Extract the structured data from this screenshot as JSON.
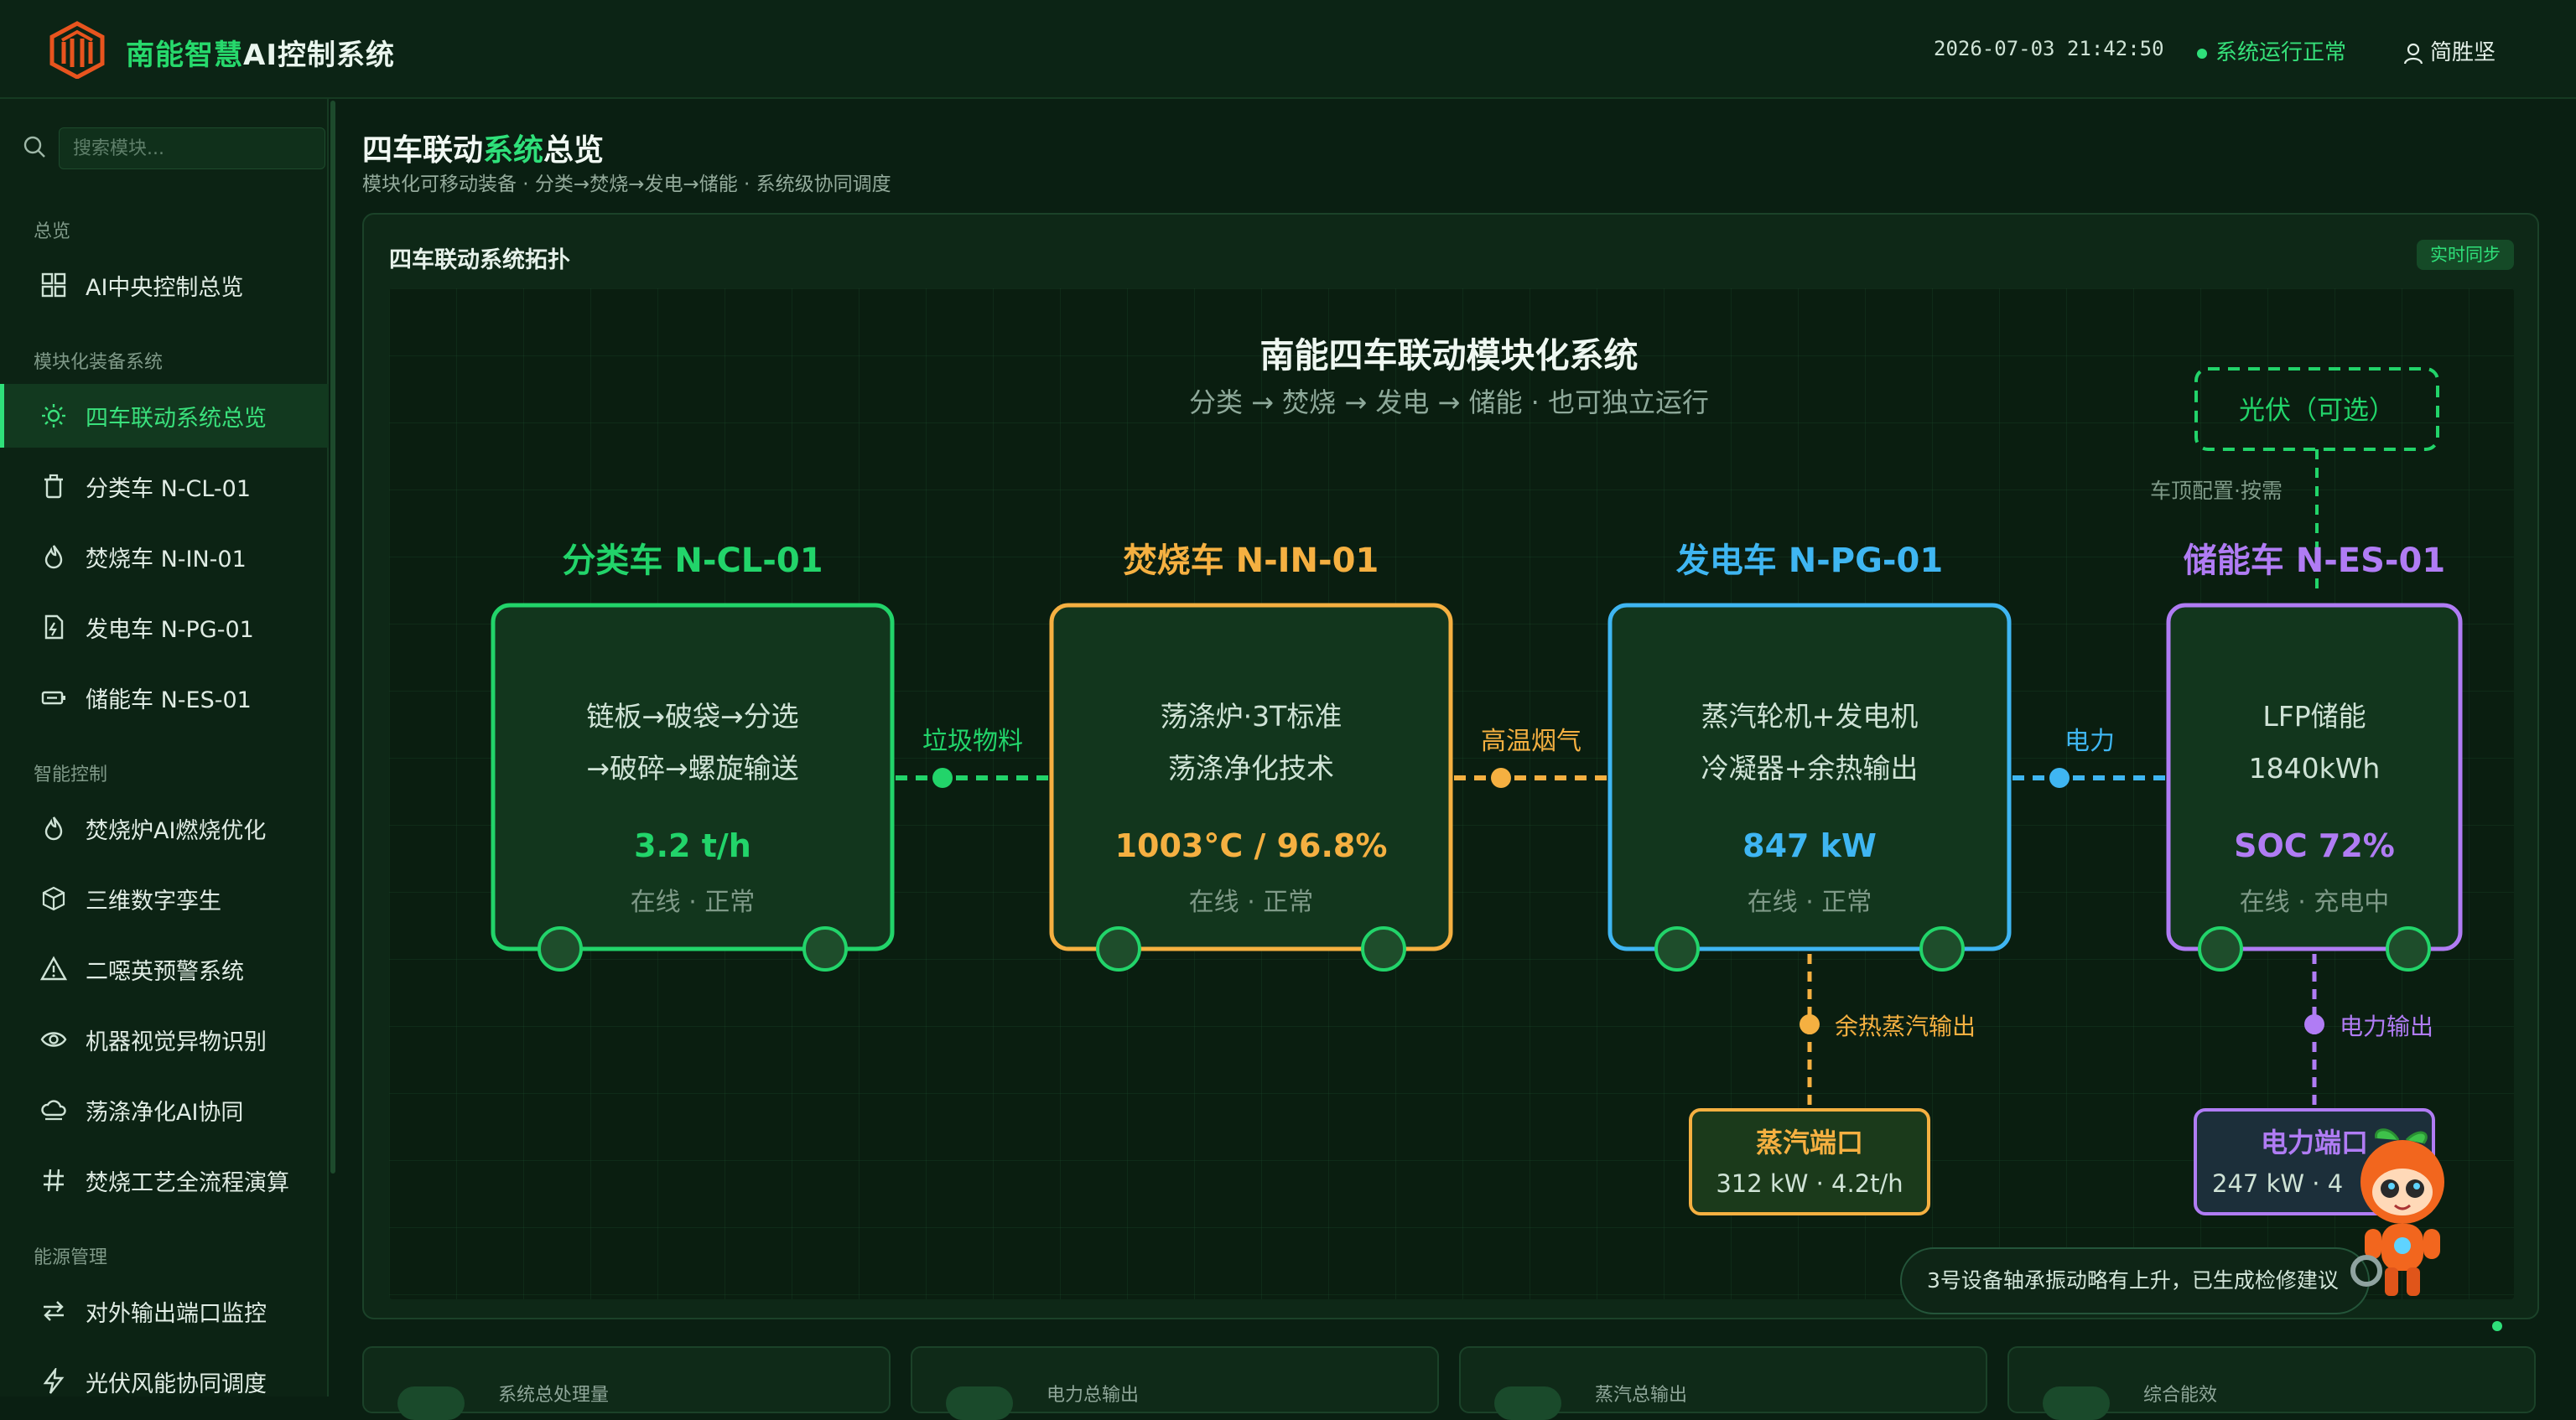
{
  "header": {
    "brand_part1": "南能智慧",
    "brand_part2": "AI控制系统",
    "datetime": "2026-07-03 21:42:50",
    "status": "系统运行正常",
    "user": "简胜坚"
  },
  "sidebar": {
    "search_placeholder": "搜索模块...",
    "sections": [
      {
        "title": "总览",
        "items": [
          {
            "label": "AI中央控制总览",
            "icon": "grid-icon"
          }
        ]
      },
      {
        "title": "模块化装备系统",
        "items": [
          {
            "label": "四车联动系统总览",
            "icon": "sun-icon",
            "active": true
          },
          {
            "label": "分类车 N-CL-01",
            "icon": "trash-icon"
          },
          {
            "label": "焚烧车 N-IN-01",
            "icon": "flame-icon"
          },
          {
            "label": "发电车 N-PG-01",
            "icon": "file-bolt-icon"
          },
          {
            "label": "储能车 N-ES-01",
            "icon": "battery-icon"
          }
        ]
      },
      {
        "title": "智能控制",
        "items": [
          {
            "label": "焚烧炉AI燃烧优化",
            "icon": "flame-icon"
          },
          {
            "label": "三维数字孪生",
            "icon": "cube-icon"
          },
          {
            "label": "二噁英预警系统",
            "icon": "warning-icon"
          },
          {
            "label": "机器视觉异物识别",
            "icon": "eye-icon"
          },
          {
            "label": "荡涤净化AI协同",
            "icon": "cloud-icon"
          },
          {
            "label": "焚烧工艺全流程演算",
            "icon": "hash-icon"
          }
        ]
      },
      {
        "title": "能源管理",
        "items": [
          {
            "label": "对外输出端口监控",
            "icon": "exchange-icon"
          },
          {
            "label": "光伏风能协同调度",
            "icon": "bolt-icon"
          }
        ]
      }
    ]
  },
  "main": {
    "title_part1": "四车联动",
    "title_part2": "系统",
    "title_part3": "总览",
    "subtitle": "模块化可移动装备 · 分类→焚烧→发电→储能 · 系统级协同调度",
    "panel_title": "四车联动系统拓扑",
    "sync_badge": "实时同步"
  },
  "topology": {
    "title": "南能四车联动模块化系统",
    "subtitle": "分类 → 焚烧 → 发电 → 储能 · 也可独立运行",
    "pv_label": "光伏（可选）",
    "pv_note": "车顶配置·按需",
    "colors": {
      "green": "#22d46a",
      "orange": "#f5b041",
      "blue": "#3fb6f2",
      "purple": "#b07cf4"
    },
    "vehicles": [
      {
        "name": "分类车 N-CL-01",
        "line1": "链板→破袋→分选",
        "line2": "→破碎→螺旋输送",
        "metric": "3.2 t/h",
        "status": "在线 · 正常"
      },
      {
        "name": "焚烧车 N-IN-01",
        "line1": "荡涤炉·3T标准",
        "line2": "荡涤净化技术",
        "metric": "1003°C / 96.8%",
        "status": "在线 · 正常"
      },
      {
        "name": "发电车 N-PG-01",
        "line1": "蒸汽轮机+发电机",
        "line2": "冷凝器+余热输出",
        "metric": "847 kW",
        "status": "在线 · 正常"
      },
      {
        "name": "储能车 N-ES-01",
        "line1": "LFP储能",
        "line2": "1840kWh",
        "metric": "SOC 72%",
        "status": "在线 · 充电中"
      }
    ],
    "links": [
      "垃圾物料",
      "高温烟气",
      "电力"
    ],
    "outputs": [
      {
        "link_label": "余热蒸汽输出",
        "title": "蒸汽端口",
        "value": "312 kW · 4.2t/h"
      },
      {
        "link_label": "电力输出",
        "title": "电力端口",
        "value": "247 kW · 4"
      }
    ]
  },
  "bottom_cards": [
    "系统总处理量",
    "电力总输出",
    "蒸汽总输出",
    "综合能效"
  ],
  "toast": "3号设备轴承振动略有上升，已生成检修建议"
}
